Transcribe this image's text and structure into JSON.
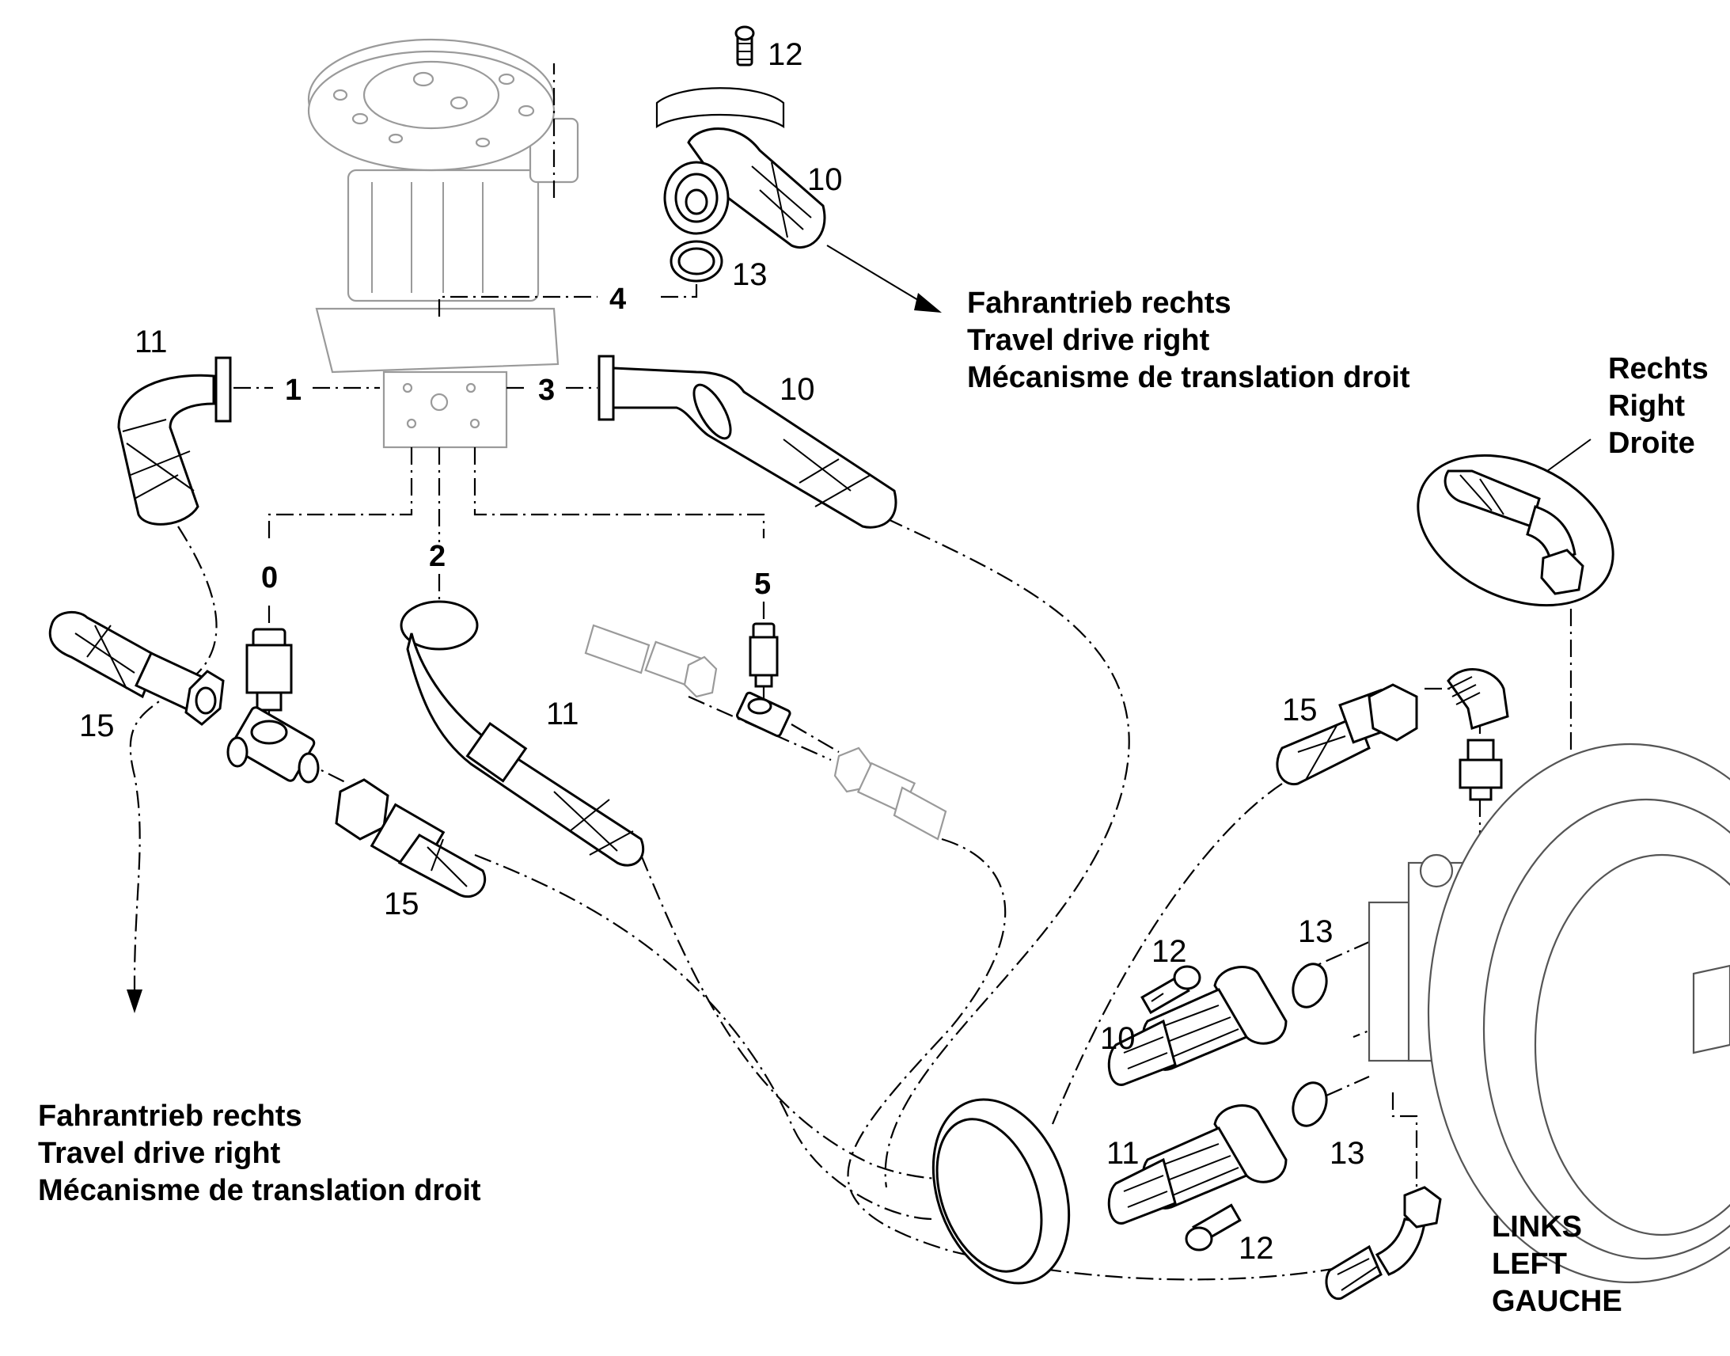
{
  "callouts": {
    "c12_top": "12",
    "c10_top": "10",
    "c13_top": "13",
    "c11_topleft": "11",
    "c10_mid": "10",
    "c15_left": "15",
    "c11_center": "11",
    "c15_bottom": "15",
    "c15_right": "15",
    "c12_right_upper": "12",
    "c13_right_upper": "13",
    "c10_right": "10",
    "c11_right": "11",
    "c13_right_lower": "13",
    "c12_right_lower": "12"
  },
  "ports": {
    "p0": "0",
    "p1": "1",
    "p2": "2",
    "p3": "3",
    "p4": "4",
    "p5": "5"
  },
  "captions": {
    "travel_top": {
      "de": "Fahrantrieb rechts",
      "en": "Travel drive right",
      "fr": "Mécanisme de translation droit"
    },
    "travel_bottom": {
      "de": "Fahrantrieb rechts",
      "en": "Travel drive right",
      "fr": "Mécanisme de translation droit"
    },
    "right_side": {
      "de": "Rechts",
      "en": "Right",
      "fr": "Droite"
    },
    "left_side": {
      "de": "LINKS",
      "en": "LEFT",
      "fr": "GAUCHE"
    }
  },
  "colors": {
    "ink": "#000000",
    "ghost_part": "#9a9a9a",
    "background": "#ffffff"
  }
}
